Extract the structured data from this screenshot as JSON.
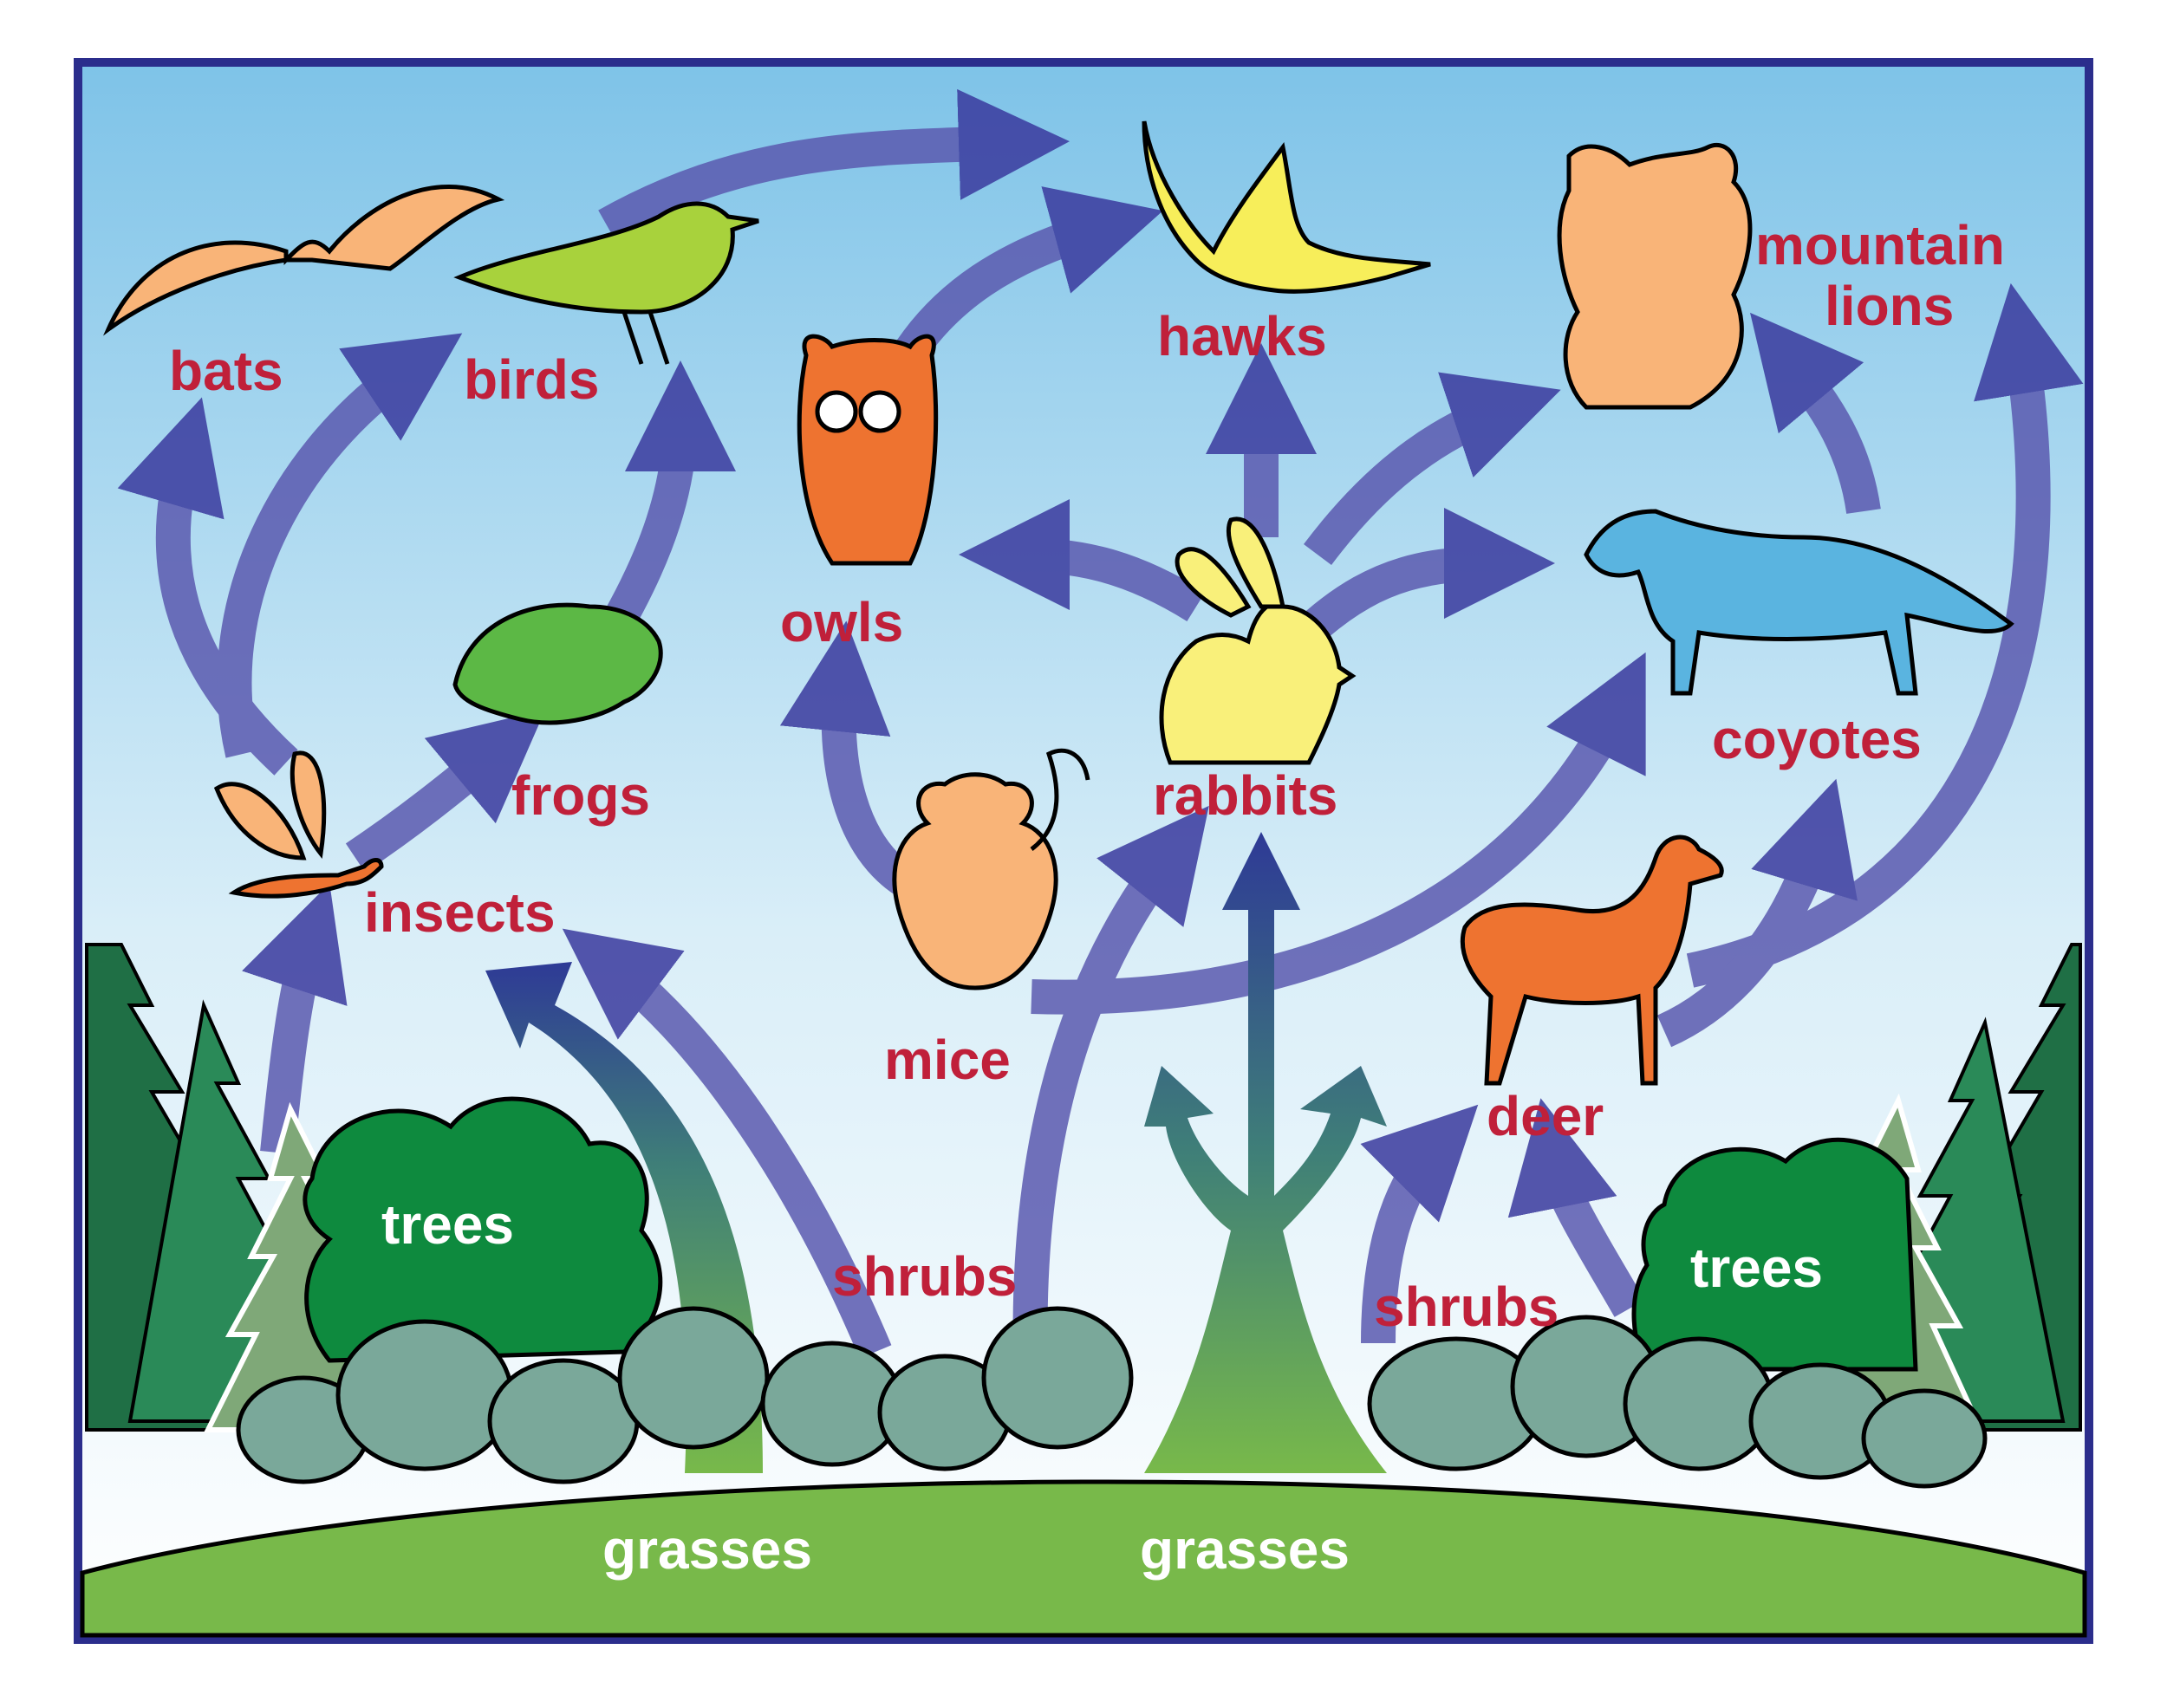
{
  "labels": {
    "bats": "bats",
    "birds": "birds",
    "hawks": "hawks",
    "mountain_lions_line1": "mountain",
    "mountain_lions_line2": "lions",
    "owls": "owls",
    "frogs": "frogs",
    "rabbits": "rabbits",
    "coyotes": "coyotes",
    "insects": "insects",
    "mice": "mice",
    "deer": "deer",
    "trees_left": "trees",
    "trees_right": "trees",
    "shrubs_left": "shrubs",
    "shrubs_right": "shrubs",
    "grasses_left": "grasses",
    "grasses_right": "grasses"
  },
  "colors": {
    "border": "#2b2d8c",
    "sky_top": "#7ec3e8",
    "sky_bottom": "#ffffff",
    "label_red": "#c0203a",
    "label_white": "#ffffff",
    "arrow": "#3a3a9e",
    "grass": "#78b94a",
    "tree_dark": "#1f7a4a",
    "shrub": "#7aa89a"
  }
}
